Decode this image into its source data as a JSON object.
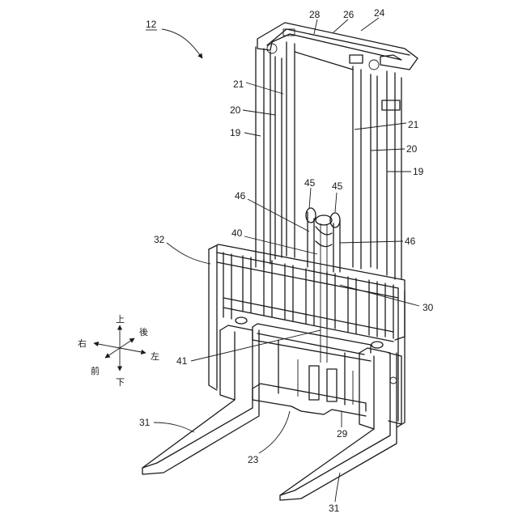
{
  "figure": {
    "ref_main": "12",
    "labels": {
      "l24": "24",
      "l26": "26",
      "l28": "28",
      "l21a": "21",
      "l21b": "21",
      "l20a": "20",
      "l20b": "20",
      "l19a": "19",
      "l19b": "19",
      "l45a": "45",
      "l45b": "45",
      "l46a": "46",
      "l46b": "46",
      "l40": "40",
      "l32": "32",
      "l30": "30",
      "l41": "41",
      "l29": "29",
      "l23": "23",
      "l31a": "31",
      "l31b": "31"
    },
    "directions": {
      "up": "上",
      "back": "後",
      "right": "右",
      "left": "左",
      "front": "前",
      "down": "下"
    }
  }
}
